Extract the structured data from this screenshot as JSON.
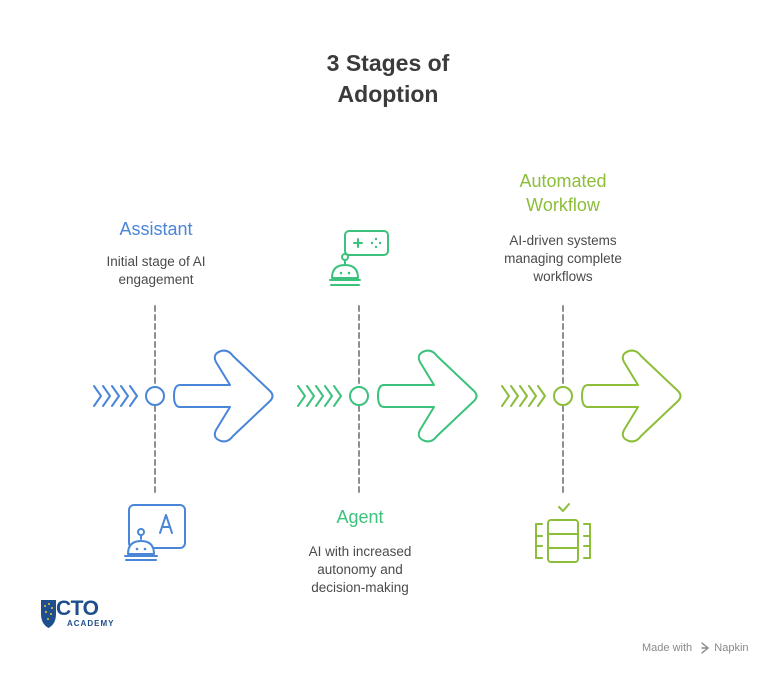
{
  "title_line1": "3 Stages of",
  "title_line2": "Adoption",
  "colors": {
    "stage1": "#4a86d8",
    "stage2": "#3cc27c",
    "stage3": "#8dbe3a",
    "connector": "#8f8f8f",
    "title": "#3b3b3b",
    "logo": "#1e4f8c"
  },
  "stages": [
    {
      "title": "Assistant",
      "desc_line1": "Initial stage of AI",
      "desc_line2": "engagement",
      "icon": "robot-chat-icon"
    },
    {
      "title": "Agent",
      "desc_line1": "AI with increased",
      "desc_line2": "autonomy and",
      "desc_line3": "decision-making",
      "icon": "robot-gamepad-icon"
    },
    {
      "title_line1": "Automated",
      "title_line2": "Workflow",
      "desc_line1": "AI-driven systems",
      "desc_line2": "managing complete",
      "desc_line3": "workflows",
      "icon": "server-check-icon"
    }
  ],
  "logo": {
    "main": "CTO",
    "sub": "ACADEMY"
  },
  "credit": {
    "prefix": "Made with",
    "brand": "Napkin"
  }
}
